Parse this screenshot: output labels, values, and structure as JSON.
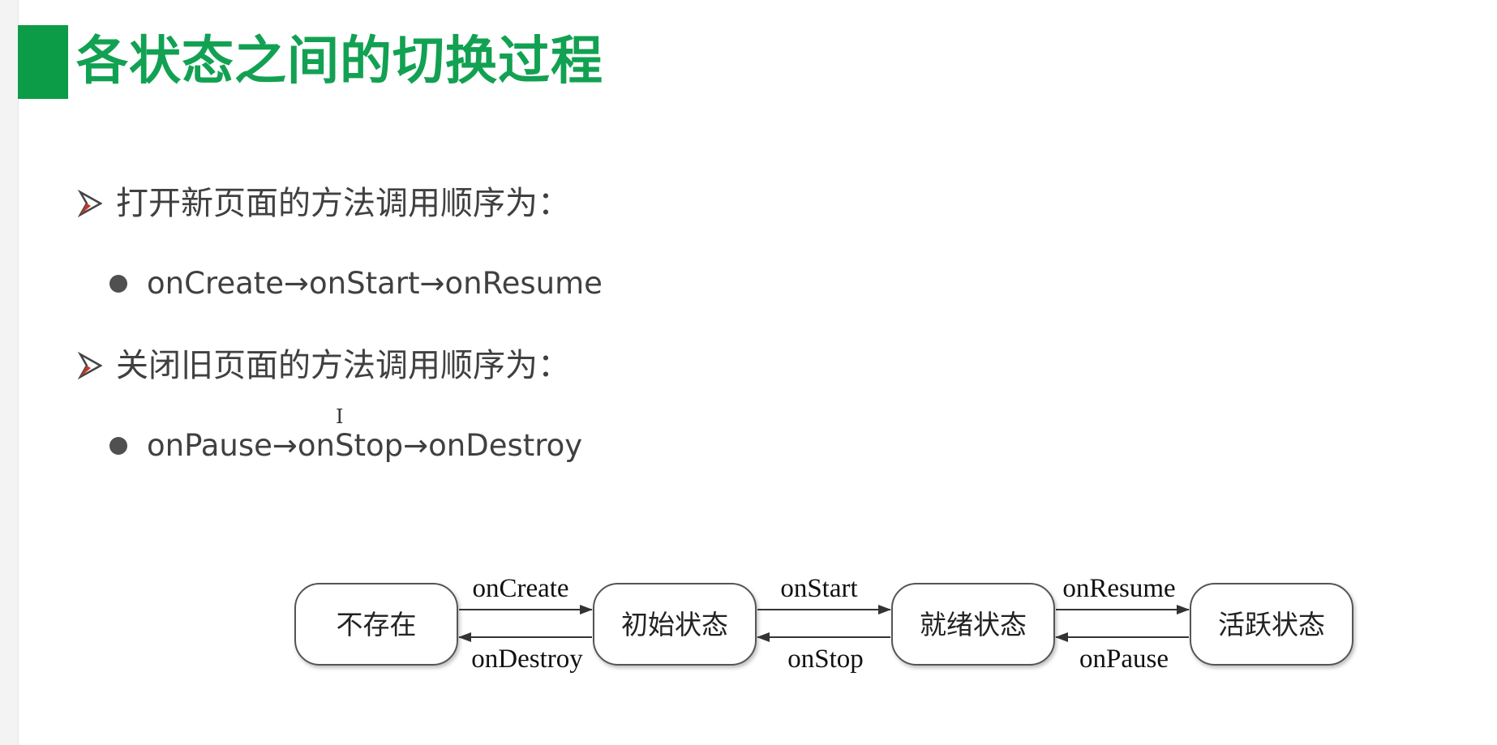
{
  "title": "各状态之间的切换过程",
  "sections": [
    {
      "heading": "打开新页面的方法调用顺序为：",
      "sequence": "onCreate→onStart→onResume"
    },
    {
      "heading": "关闭旧页面的方法调用顺序为：",
      "sequence": "onPause→onStop→onDestroy"
    }
  ],
  "cursor_glyph": "I",
  "diagram": {
    "states": [
      "不存在",
      "初始状态",
      "就绪状态",
      "活跃状态"
    ],
    "forward": [
      "onCreate",
      "onStart",
      "onResume"
    ],
    "backward": [
      "onDestroy",
      "onStop",
      "onPause"
    ]
  },
  "colors": {
    "title_green": "#12a152",
    "title_bar": "#0c9c48",
    "bullet_arrow_accent": "#c0392b"
  }
}
